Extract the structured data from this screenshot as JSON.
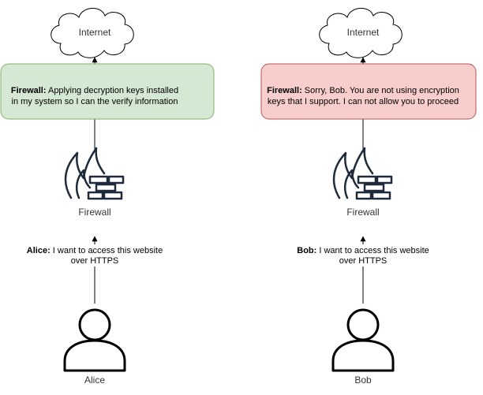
{
  "left": {
    "cloud_label": "Internet",
    "callout": {
      "bold": "Firewall:",
      "line1": " Applying decryption keys installed",
      "line2": "in my system so I can the verify information"
    },
    "firewall_label": "Firewall",
    "request": {
      "bold": "Alice:",
      "line1": " I want to access this website",
      "line2": "over HTTPS"
    },
    "user_label": "Alice"
  },
  "right": {
    "cloud_label": "Internet",
    "callout": {
      "bold": "Firewall:",
      "line1": " Sorry, Bob. You are not using encryption",
      "line2": "keys that I support. I can not allow you to proceed"
    },
    "firewall_label": "Firewall",
    "request": {
      "bold": "Bob:",
      "line1": " I want to access this website",
      "line2": "over HTTPS"
    },
    "user_label": "Bob"
  },
  "colors": {
    "allow_fill": "#d5e8d4",
    "allow_stroke": "#82b366",
    "deny_fill": "#f8cecc",
    "deny_stroke": "#b85450",
    "line": "#000000",
    "icon_stroke": "#1f2a3a"
  }
}
